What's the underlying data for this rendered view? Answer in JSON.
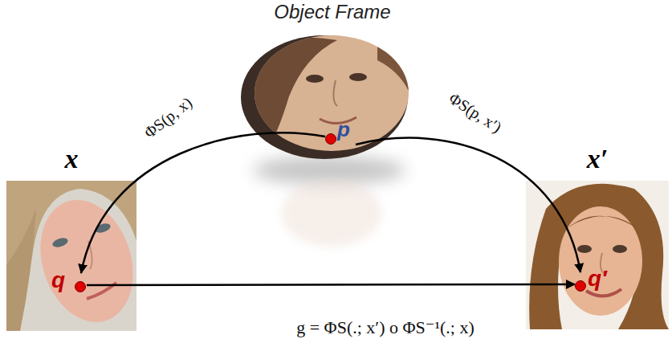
{
  "diagram": {
    "nodes": [
      {
        "text": [
          "Object Frame"
        ]
      },
      {
        "text": [
          "p"
        ],
        "in": 0
      },
      {
        "text": [
          "x"
        ]
      },
      {
        "text": [
          "q"
        ],
        "in": 2
      },
      {
        "text": [
          "x′"
        ]
      },
      {
        "text": [
          "q′"
        ],
        "in": 4
      }
    ],
    "edges": [
      {
        "from": 1,
        "to": 3,
        "arrow": "to",
        "label": "ΦS(p, x)"
      },
      {
        "from": 1,
        "to": 5,
        "arrow": "to",
        "label": "ΦS(p, x′)"
      },
      {
        "from": 3,
        "to": 5,
        "arrow": "to",
        "label": "g = ΦS(.; x′) o ΦS⁻¹(.; x)"
      }
    ]
  }
}
